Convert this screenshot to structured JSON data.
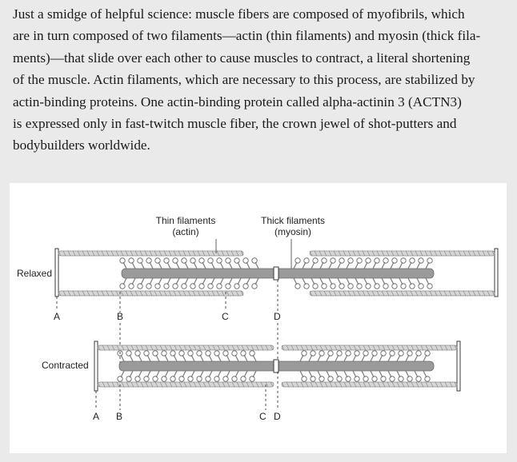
{
  "paragraph": "Just a smidge of helpful science: muscle fibers are composed of myofibrils, which are in turn composed of two filaments—actin (thin filaments) and myosin (thick fila-ments)—that slide over each other to cause muscles to contract, a literal shortening of the muscle. Actin filaments, which are necessary to this process, are stabilized by actin-binding proteins. One actin-binding protein called alpha-actinin 3 (ACTN3) is expressed only in fast-twitch muscle fiber, the crown jewel of shot-putters and bodybuilders worldwide.",
  "paragraph_lines": [
    "Just a smidge of helpful science: muscle fibers are composed of myofibrils, which",
    "are in turn composed of two filaments—actin (thin filaments) and myosin (thick fila-",
    "ments)—that slide over each other to cause muscles to contract, a literal shortening",
    "of the muscle. Actin filaments, which are necessary to this process, are stabilized by",
    "actin-binding proteins. One actin-binding protein called alpha-actinin 3 (ACTN3)",
    "is expressed only in fast-twitch muscle fiber, the crown jewel of shot-putters and",
    "bodybuilders worldwide."
  ],
  "figure": {
    "thin_label": "Thin filaments",
    "thin_sub": "(actin)",
    "thick_label": "Thick filaments",
    "thick_sub": "(myosin)",
    "relaxed_label": "Relaxed",
    "contracted_label": "Contracted",
    "markers_relaxed": [
      "A",
      "B",
      "C",
      "D"
    ],
    "markers_contracted": [
      "A",
      "B",
      "C",
      "D"
    ]
  },
  "colors": {
    "page_bg": "#eaeaea",
    "figure_bg": "#ffffff",
    "filament_gray": "#9a9a9a",
    "outline": "#3a3a3a"
  }
}
